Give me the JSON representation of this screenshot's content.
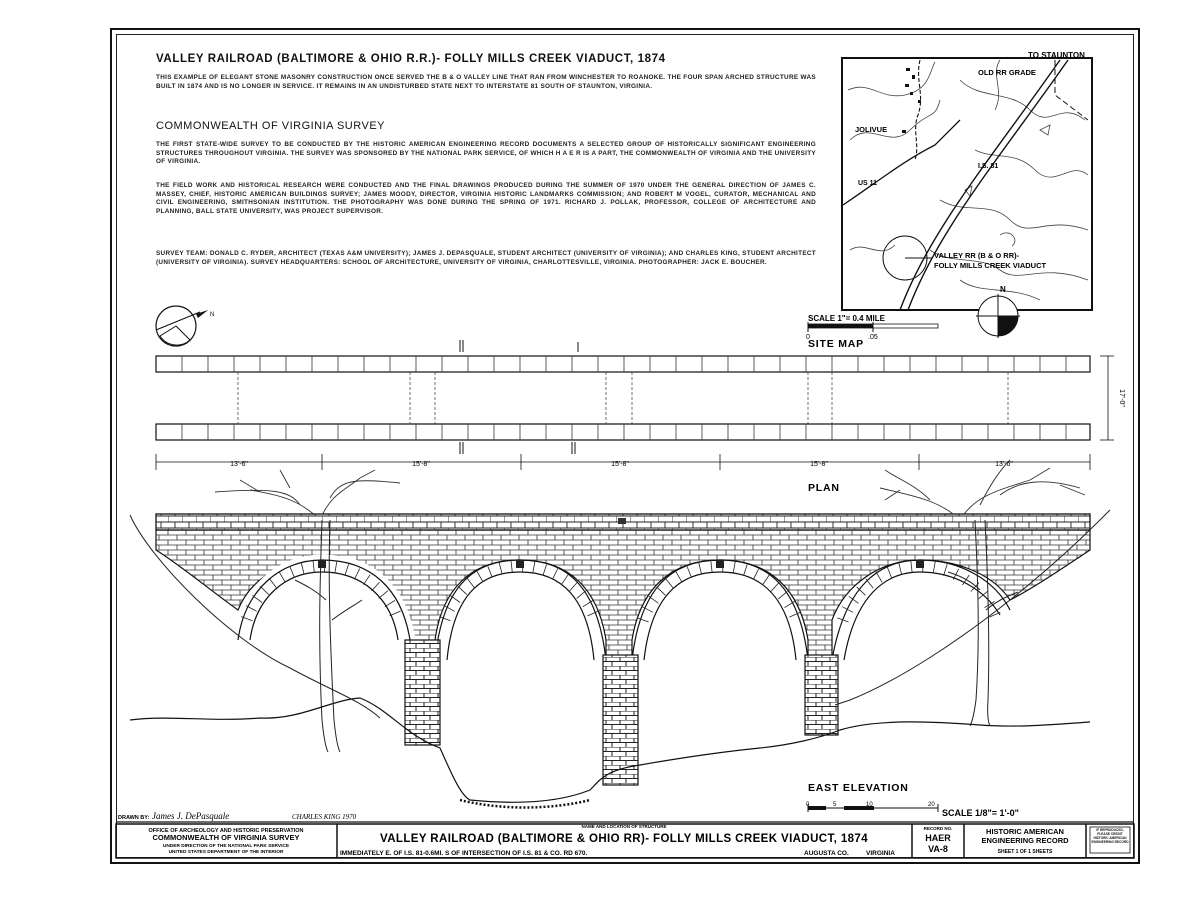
{
  "header": {
    "title": "VALLEY RAILROAD (BALTIMORE & OHIO R.R.)- FOLLY MILLS CREEK VIADUCT, 1874",
    "intro": "THIS EXAMPLE OF ELEGANT STONE MASONRY CONSTRUCTION ONCE SERVED THE B & O VALLEY LINE THAT RAN FROM WINCHESTER TO ROANOKE. THE FOUR SPAN ARCHED STRUCTURE WAS BUILT IN 1874 AND IS NO LONGER IN SERVICE. IT REMAINS IN AN UNDISTURBED STATE NEXT TO INTERSTATE 81 SOUTH OF STAUNTON, VIRGINIA.",
    "subtitle": "COMMONWEALTH OF VIRGINIA SURVEY",
    "para1": "THE FIRST STATE-WIDE SURVEY TO BE CONDUCTED BY THE HISTORIC AMERICAN ENGINEERING RECORD DOCUMENTS A SELECTED GROUP OF HISTORICALLY SIGNIFICANT ENGINEERING STRUCTURES THROUGHOUT VIRGINIA. THE SURVEY WAS SPONSORED BY THE NATIONAL PARK SERVICE, OF WHICH H A E R IS A PART, THE COMMONWEALTH OF VIRGINIA AND THE UNIVERSITY OF VIRGINIA.",
    "para2": "THE FIELD WORK AND HISTORICAL RESEARCH WERE CONDUCTED AND THE FINAL DRAWINGS PRODUCED DURING THE SUMMER OF 1970 UNDER THE GENERAL DIRECTION OF JAMES C. MASSEY, CHIEF, HISTORIC AMERICAN BUILDINGS SURVEY; JAMES MOODY, DIRECTOR, VIRGINIA HISTORIC LANDMARKS COMMISSION; AND ROBERT M VOGEL, CURATOR, MECHANICAL AND CIVIL ENGINEERING, SMITHSONIAN INSTITUTION. THE PHOTOGRAPHY WAS DONE DURING THE SPRING OF 1971. RICHARD J. POLLAK, PROFESSOR, COLLEGE OF ARCHITECTURE AND PLANNING, BALL STATE UNIVERSITY, WAS PROJECT SUPERVISOR.",
    "para3": "SURVEY TEAM: DONALD C. RYDER, ARCHITECT (TEXAS A&M UNIVERSITY); JAMES J. DEPASQUALE, STUDENT ARCHITECT (UNIVERSITY OF VIRGINIA); AND CHARLES KING, STUDENT ARCHITECT (UNIVERSITY OF VIRGINIA). SURVEY HEADQUARTERS: SCHOOL OF ARCHITECTURE, UNIVERSITY OF VIRGINIA, CHARLOTTESVILLE, VIRGINIA. PHOTOGRAPHER: JACK E. BOUCHER."
  },
  "site_map": {
    "to_staunton": "TO STAUNTON",
    "old_rr_grade": "OLD RR GRADE",
    "jolivue": "JOLIVUE",
    "i81": "I.S. 81",
    "us11": "US 11",
    "callout_1": "VALLEY RR (B & O RR)-",
    "callout_2": "FOLLY MILLS CREEK VIADUCT",
    "north": "N",
    "scale_label": "SCALE 1\"= 0.4 MILE",
    "scale_zero": "0",
    "scale_half": ".05",
    "caption": "SITE MAP"
  },
  "plan": {
    "caption": "PLAN",
    "north": "N",
    "width_dim": "17'-0\"",
    "dims": [
      "13'-6\"",
      "15'-8\"",
      "15'-8\"",
      "15'-8\"",
      "13'-6\""
    ]
  },
  "elevation": {
    "caption": "EAST ELEVATION",
    "scale_label": "SCALE 1/8\"= 1'-0\"",
    "scale_ticks": [
      "0",
      "5",
      "10",
      "20"
    ]
  },
  "title_block": {
    "drawn_by_label": "DRAWN BY:",
    "drawn_by": "James J. DePasquale",
    "drawn_date": "CHARLES KING 1970",
    "office": [
      "OFFICE OF ARCHEOLOGY AND HISTORIC PRESERVATION",
      "COMMONWEALTH OF VIRGINIA SURVEY",
      "UNDER DIRECTION OF THE NATIONAL PARK SERVICE",
      "UNITED STATES DEPARTMENT OF THE INTERIOR"
    ],
    "structure_label": "NAME AND LOCATION OF STRUCTURE",
    "name": "VALLEY RAILROAD (BALTIMORE & OHIO RR)- FOLLY MILLS CREEK VIADUCT, 1874",
    "location": "IMMEDIATELY E. OF I.S. 81-0.6MI. S OF INTERSECTION OF I.S. 81 & CO. RD 670.",
    "county": "AUGUSTA CO.",
    "state": "VIRGINIA",
    "record_label": "RECORD NO.",
    "record_1": "HAER",
    "record_2": "VA-8",
    "agency_1": "HISTORIC AMERICAN",
    "agency_2": "ENGINEERING RECORD",
    "sheet": "SHEET 1 OF 1 SHEETS",
    "stamp": "IF REPRODUCED, PLEASE CREDIT HISTORIC AMERICAN ENGINEERING RECORD"
  }
}
